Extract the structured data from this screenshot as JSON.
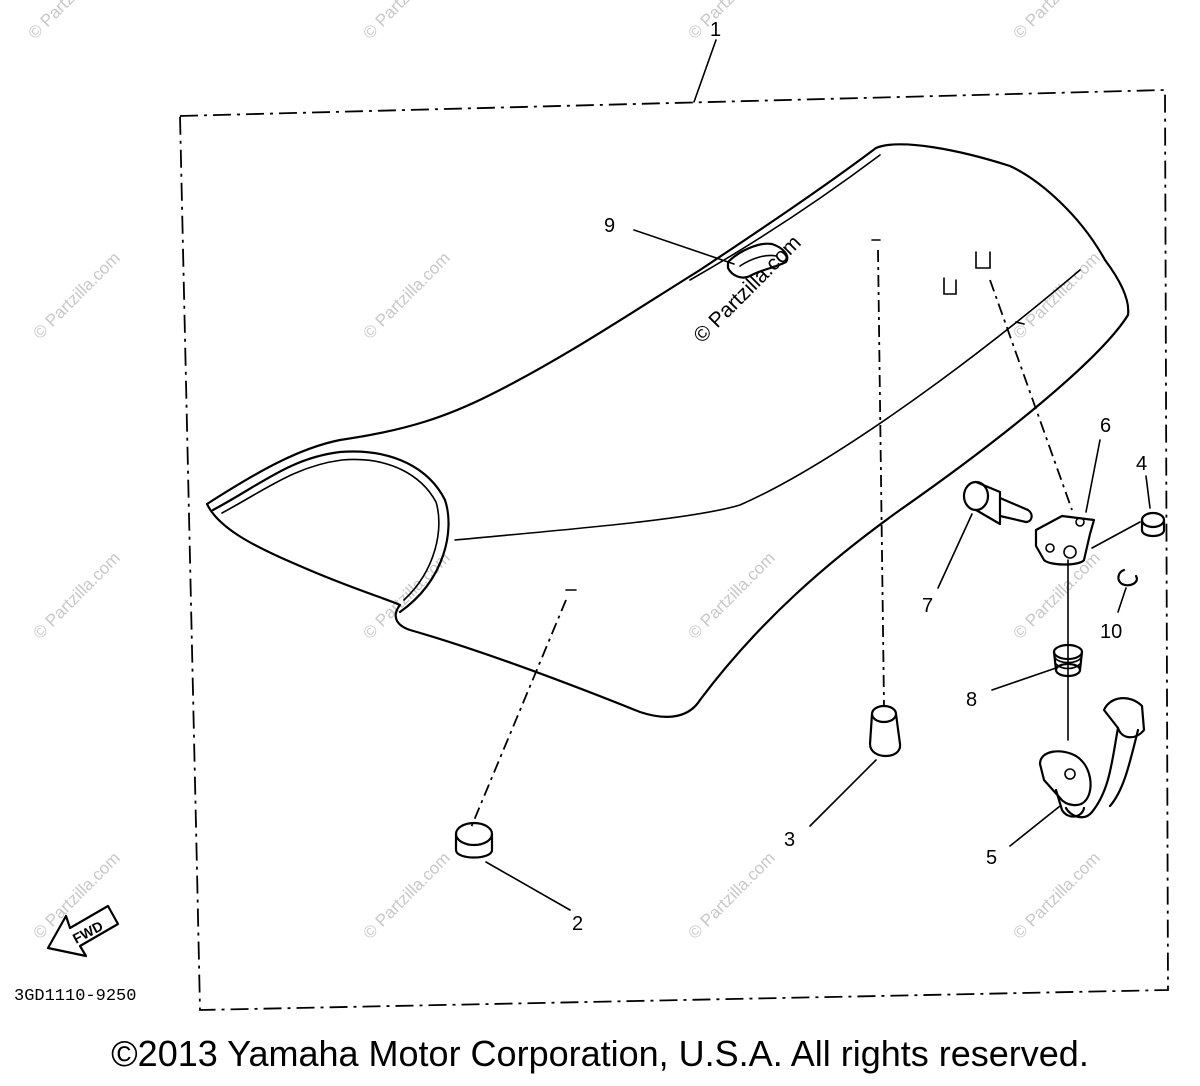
{
  "diagram": {
    "drawing_code": "3GD1110-9250",
    "fwd_label": "FWD",
    "copyright": "©2013 Yamaha Motor Corporation, U.S.A. All rights reserved.",
    "watermark_text": "© Partzilla.com",
    "callouts": {
      "c1": "1",
      "c2": "2",
      "c3": "3",
      "c4": "4",
      "c5": "5",
      "c6": "6",
      "c7": "7",
      "c8": "8",
      "c9": "9",
      "c10": "10"
    }
  }
}
